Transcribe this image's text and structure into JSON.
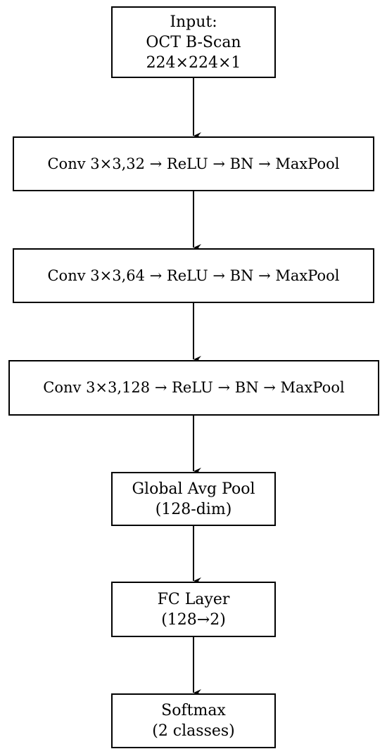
{
  "nodes": {
    "input": {
      "line1": "Input:",
      "line2": "OCT B-Scan",
      "line3": "224×224×1"
    },
    "conv1": {
      "label": "Conv 3×3,32 → ReLU → BN → MaxPool"
    },
    "conv2": {
      "label": "Conv 3×3,64 → ReLU → BN → MaxPool"
    },
    "conv3": {
      "label": "Conv 3×3,128 → ReLU → BN → MaxPool"
    },
    "gap": {
      "line1": "Global Avg Pool",
      "line2": "(128-dim)"
    },
    "fc": {
      "line1": "FC Layer",
      "line2": "(128→2)"
    },
    "softmax": {
      "line1": "Softmax",
      "line2": "(2 classes)"
    }
  },
  "edges": [
    {
      "from": "input",
      "to": "conv1"
    },
    {
      "from": "conv1",
      "to": "conv2"
    },
    {
      "from": "conv2",
      "to": "conv3"
    },
    {
      "from": "conv3",
      "to": "gap"
    },
    {
      "from": "gap",
      "to": "fc"
    },
    {
      "from": "fc",
      "to": "softmax"
    }
  ]
}
